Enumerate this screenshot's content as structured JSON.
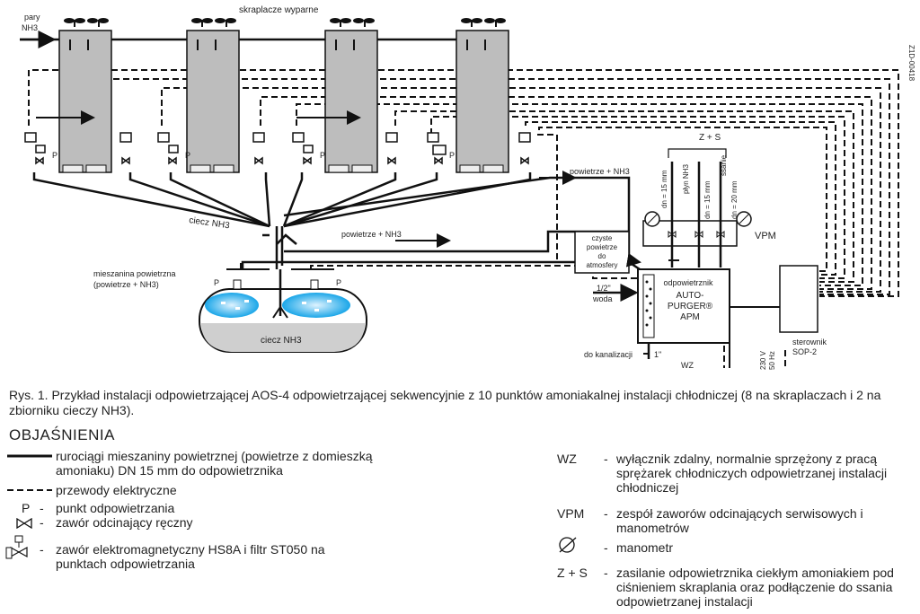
{
  "diagram": {
    "title_top": "skraplacze wyparne",
    "inlet_label_1": "pary",
    "inlet_label_2": "NH3",
    "code": "Z1D-00418",
    "liquid_label": "ciecz NH3",
    "air_nh3_label": "powietrze + NH3",
    "mixture_label_1": "mieszanina powietrzna",
    "mixture_label_2": "(powietrze + NH3)",
    "receiver_label": "ciecz NH3",
    "point_label": "P",
    "zs_label": "Z + S",
    "vpm_label": "VPM",
    "pipe_labels": [
      "dn = 15 mm",
      "płyn NH3",
      "dn = 15 mm",
      "ssanie",
      "dn = 20 mm"
    ],
    "clean_air_label": [
      "czyste",
      "powietrze",
      "do",
      "atmosfery"
    ],
    "water_label_1": "1/2\"",
    "water_label_2": "woda",
    "purger_label": [
      "odpowietrznik",
      "AUTO-",
      "PURGER®",
      "APM"
    ],
    "drain_label": "do kanalizacji",
    "drain_size": "1\"",
    "wz_label": "WZ",
    "power_label": [
      "230 V",
      "50 Hz"
    ],
    "controller_label": [
      "sterownik",
      "SOP-2"
    ]
  },
  "caption": "Rys. 1. Przykład instalacji odpowietrzającej AOS-4 odpowietrzającej sekwencyjnie z 10 punktów amoniakalnej instalacji chłodniczej (8 na skraplaczach i 2 na zbiorniku cieczy NH3).",
  "legend": {
    "title": "OBJAŚNIENIA",
    "left": [
      {
        "symbol": "solid-line",
        "dash": "",
        "text": "rurociągi mieszaniny powietrznej (powietrze z domieszką amoniaku) DN 15 mm do odpowietrznika"
      },
      {
        "symbol": "dashed-line",
        "dash": "",
        "text": "przewody elektryczne"
      },
      {
        "symbol": "P",
        "dash": "-",
        "text": "punkt odpowietrzania"
      },
      {
        "symbol": "manual-valve",
        "dash": "-",
        "text": "zawór odcinający ręczny"
      },
      {
        "symbol": "solenoid-valve",
        "dash": "-",
        "text": "zawór elektromagnetyczny HS8A i filtr ST050 na punktach odpowietrzania"
      }
    ],
    "right": [
      {
        "code": "WZ",
        "dash": "-",
        "text": "wyłącznik zdalny, normalnie sprzężony z pracą sprężarek chłodniczych odpowietrzanej instalacji chłodniczej"
      },
      {
        "code": "VPM",
        "dash": "-",
        "text": "zespół zaworów odcinających serwisowych i manometrów"
      },
      {
        "code": "",
        "dash": "-",
        "text": "manometr"
      },
      {
        "code": "Z + S",
        "dash": "-",
        "text": "zasilanie odpowietrznika ciekłym amoniakiem pod ciśnieniem skraplania oraz podłączenie do ssania odpowietrzanej instalacji"
      }
    ]
  }
}
